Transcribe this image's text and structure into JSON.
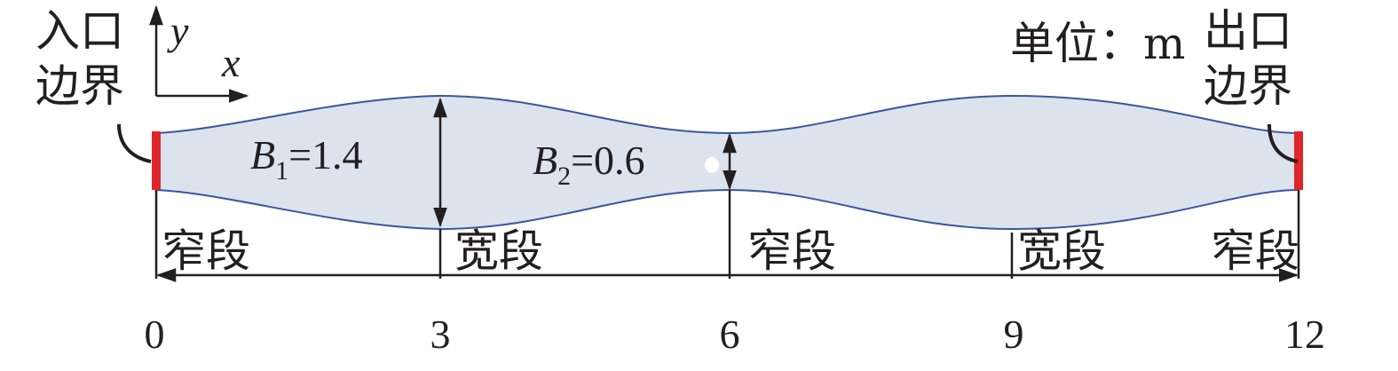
{
  "labels": {
    "inlet_line1": "入口",
    "inlet_line2": "边界",
    "outlet_line1": "出口",
    "outlet_line2": "边界",
    "unit": "单位：m",
    "axis_y": "y",
    "axis_x": "x",
    "b1_letter": "B",
    "b1_sub": "1",
    "b1_value": "=1.4",
    "b2_letter": "B",
    "b2_sub": "2",
    "b2_value": "=0.6"
  },
  "sections": [
    {
      "label": "窄段"
    },
    {
      "label": "宽段"
    },
    {
      "label": "窄段"
    },
    {
      "label": "宽段"
    },
    {
      "label": "窄段"
    }
  ],
  "ticks": [
    "0",
    "3",
    "6",
    "9",
    "12"
  ],
  "channel": {
    "length_m": 12,
    "narrow_width_m": 0.6,
    "wide_width_m": 1.4,
    "fill_color": "#dde3ec",
    "edge_color": "#3a55a0",
    "boundary_color": "#e0262b"
  }
}
